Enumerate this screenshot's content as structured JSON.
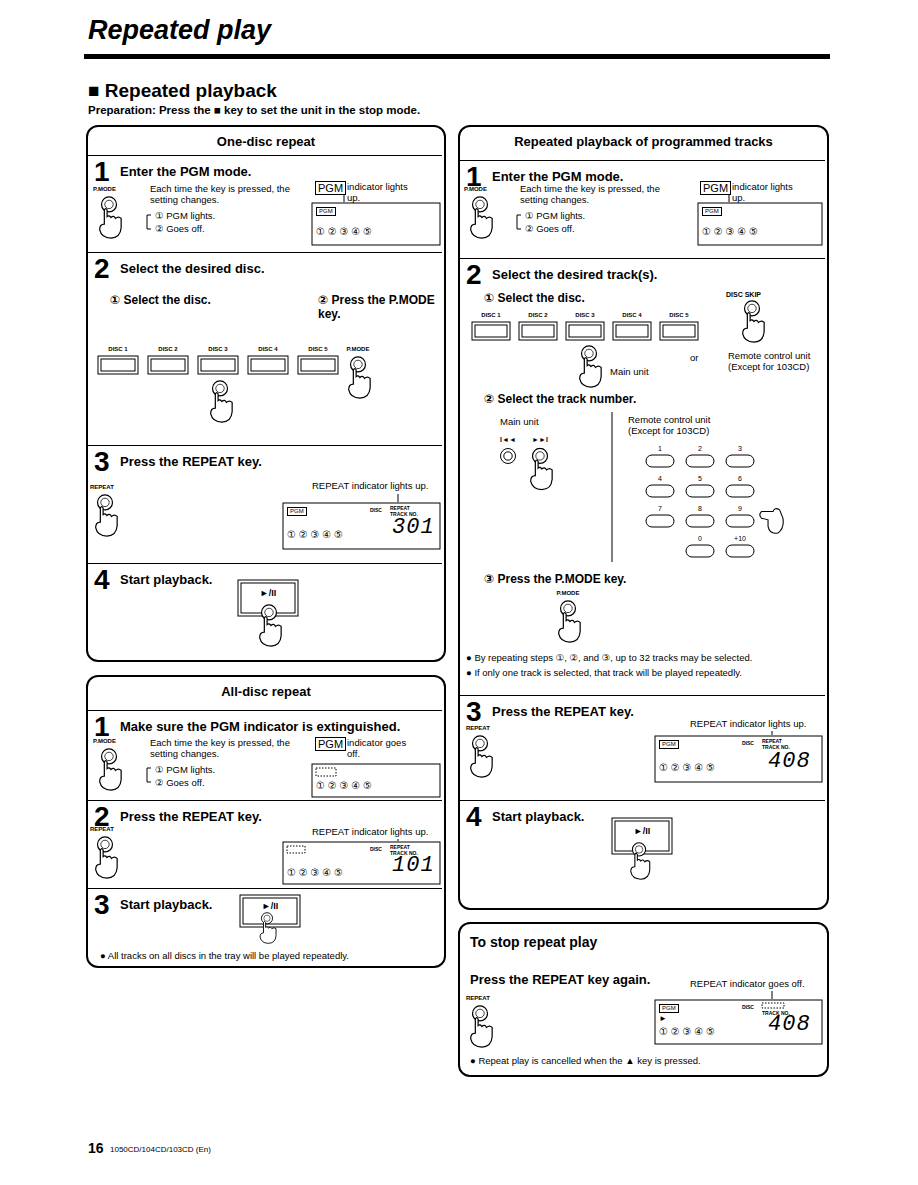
{
  "diagram": {
    "title": "Repeated play",
    "nodes": [
      {
        "text": [
          "One-disc repeat"
        ]
      },
      {
        "text": [
          "1",
          "Enter the PGM mode."
        ],
        "in": 0
      },
      {
        "text": [
          "2",
          "Select the desired disc."
        ],
        "in": 0
      },
      {
        "text": [
          "3",
          "Press the REPEAT key."
        ],
        "in": 0
      },
      {
        "text": [
          "4",
          "Start playback."
        ],
        "in": 0
      },
      {
        "text": [
          "Repeated playback of programmed tracks"
        ]
      },
      {
        "text": [
          "1",
          "Enter the PGM mode."
        ],
        "in": 5
      },
      {
        "text": [
          "2",
          "Select the desired track(s)."
        ],
        "in": 5
      },
      {
        "text": [
          "3",
          "Press the REPEAT key."
        ],
        "in": 5
      },
      {
        "text": [
          "4",
          "Start playback."
        ],
        "in": 5
      },
      {
        "text": [
          "All-disc repeat"
        ]
      },
      {
        "text": [
          "1",
          "Make sure the PGM indicator is extinguished."
        ],
        "in": 10
      },
      {
        "text": [
          "2",
          "Press the REPEAT key."
        ],
        "in": 10
      },
      {
        "text": [
          "3",
          "Start playback."
        ],
        "in": 10
      },
      {
        "text": [
          "To stop repeat play"
        ]
      }
    ],
    "labels": [
      "■ Repeated playback",
      "Preparation: Press the ■ key to set the unit in the stop mode.",
      "P.MODE",
      "Each time the key is pressed, the setting changes.",
      "① PGM lights.",
      "② Goes off.",
      "PGM",
      "indicator lights up.",
      "PGM",
      "① ② ③ ④ ⑤",
      "① Select the disc.",
      "② Press the P.MODE key.",
      "DISC 1",
      "DISC 2",
      "DISC 3",
      "DISC 4",
      "DISC 5",
      "P.MODE",
      "REPEAT",
      "REPEAT indicator lights up.",
      "PGM",
      "DISC",
      "REPEAT",
      "TRACK NO.",
      "① ② ③ ④ ⑤",
      "301",
      "►/II",
      "P.MODE",
      "Each time the key is pressed, the setting changes.",
      "① PGM lights.",
      "② Goes off.",
      "PGM",
      "indicator lights up.",
      "PGM",
      "① ② ③ ④ ⑤",
      "① Select the disc.",
      "DISC SKIP",
      "DISC 1",
      "DISC 2",
      "DISC 3",
      "DISC 4",
      "DISC 5",
      "Main unit",
      "or",
      "Remote control unit (Except for 103CD)",
      "② Select the track number.",
      "Main unit",
      "Remote control unit (Except for 103CD)",
      "I◄◄",
      "►►I",
      "1",
      "2",
      "3",
      "4",
      "5",
      "6",
      "7",
      "8",
      "9",
      "0",
      "+10",
      "③ Press the P.MODE key.",
      "P.MODE",
      "● By repeating steps ①, ②, and ③, up to 32 tracks may be selected.",
      "● If only one track is selected, that track will be played repeatedly.",
      "REPEAT",
      "REPEAT indicator lights up.",
      "PGM",
      "DISC",
      "REPEAT",
      "TRACK NO.",
      "① ② ③ ④ ⑤",
      "408",
      "►/II",
      "P.MODE",
      "Each time the key is pressed, the setting changes.",
      "① PGM lights.",
      "② Goes off.",
      "PGM",
      "indicator goes off.",
      "① ② ③ ④ ⑤",
      "REPEAT",
      "REPEAT indicator lights up.",
      "DISC",
      "REPEAT",
      "TRACK NO.",
      "① ② ③ ④ ⑤",
      "101",
      "►/II",
      "● All tracks on all discs in the tray will be played repeatedly.",
      "Press the REPEAT key again.",
      "REPEAT indicator goes off.",
      "REPEAT",
      "PGM",
      "►",
      "DISC",
      "TRACK NO.",
      "① ② ③ ④ ⑤",
      "408",
      "● Repeat play is cancelled when the ▲ key is pressed.",
      "16",
      "1050CD/104CD/103CD (En)"
    ]
  }
}
